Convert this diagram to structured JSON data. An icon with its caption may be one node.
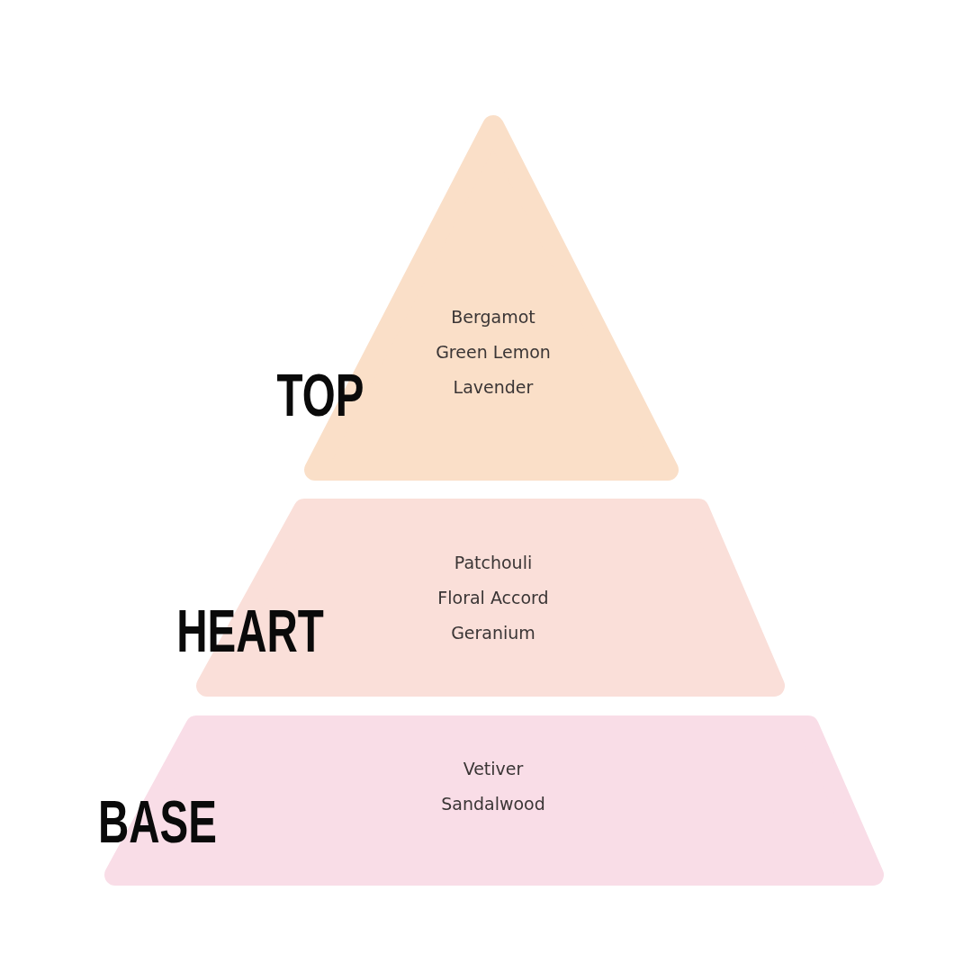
{
  "diagram": {
    "nodes": [
      {
        "text": [
          "TOP",
          "Bergamot",
          "Green Lemon",
          "Lavender"
        ]
      },
      {
        "text": [
          "HEART",
          "Patchouli",
          "Floral Accord",
          "Geranium"
        ]
      },
      {
        "text": [
          "BASE",
          "Vetiver",
          "Sandalwood"
        ]
      }
    ]
  }
}
